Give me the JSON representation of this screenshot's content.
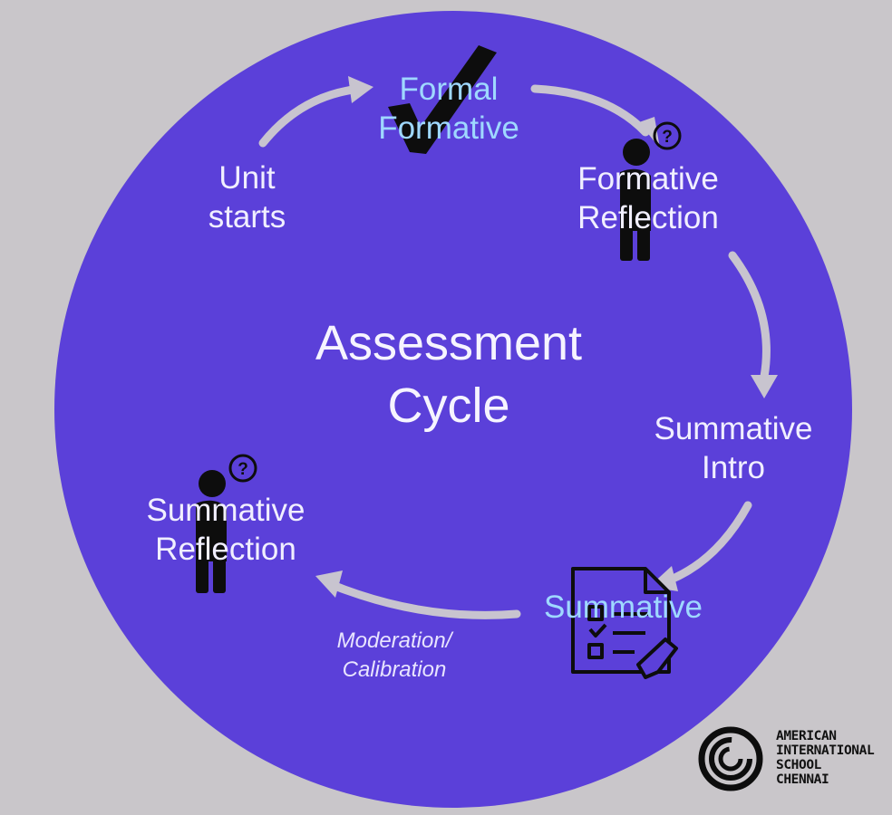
{
  "diagram": {
    "title_line1": "Assessment",
    "title_line2": "Cycle",
    "stages": {
      "unit_starts": {
        "line1": "Unit",
        "line2": "starts"
      },
      "formal_formative": {
        "line1": "Formal",
        "line2": "Formative"
      },
      "formative_reflection": {
        "line1": "Formative",
        "line2": "Reflection"
      },
      "summative_intro": {
        "line1": "Summative",
        "line2": "Intro"
      },
      "summative": {
        "line1": "Summative"
      },
      "summative_reflection": {
        "line1": "Summative",
        "line2": "Reflection"
      }
    },
    "arrow_note_line1": "Moderation/",
    "arrow_note_line2": "Calibration",
    "colors": {
      "background": "#c9c6ca",
      "circle": "#5b40d9",
      "arrow": "#c8c4cf",
      "accent_text": "#9fd8ff",
      "text": "#f1efff",
      "icon": "#111111"
    },
    "icons": [
      "checkmark-icon",
      "thinking-person-icon",
      "checklist-clipboard-icon",
      "pencil-icon",
      "question-bubble-icon",
      "school-logo-icon"
    ]
  },
  "logo": {
    "line1": "AMERICAN",
    "line2": "INTERNATIONAL",
    "line3": "SCHOOL",
    "line4": "CHENNAI"
  }
}
